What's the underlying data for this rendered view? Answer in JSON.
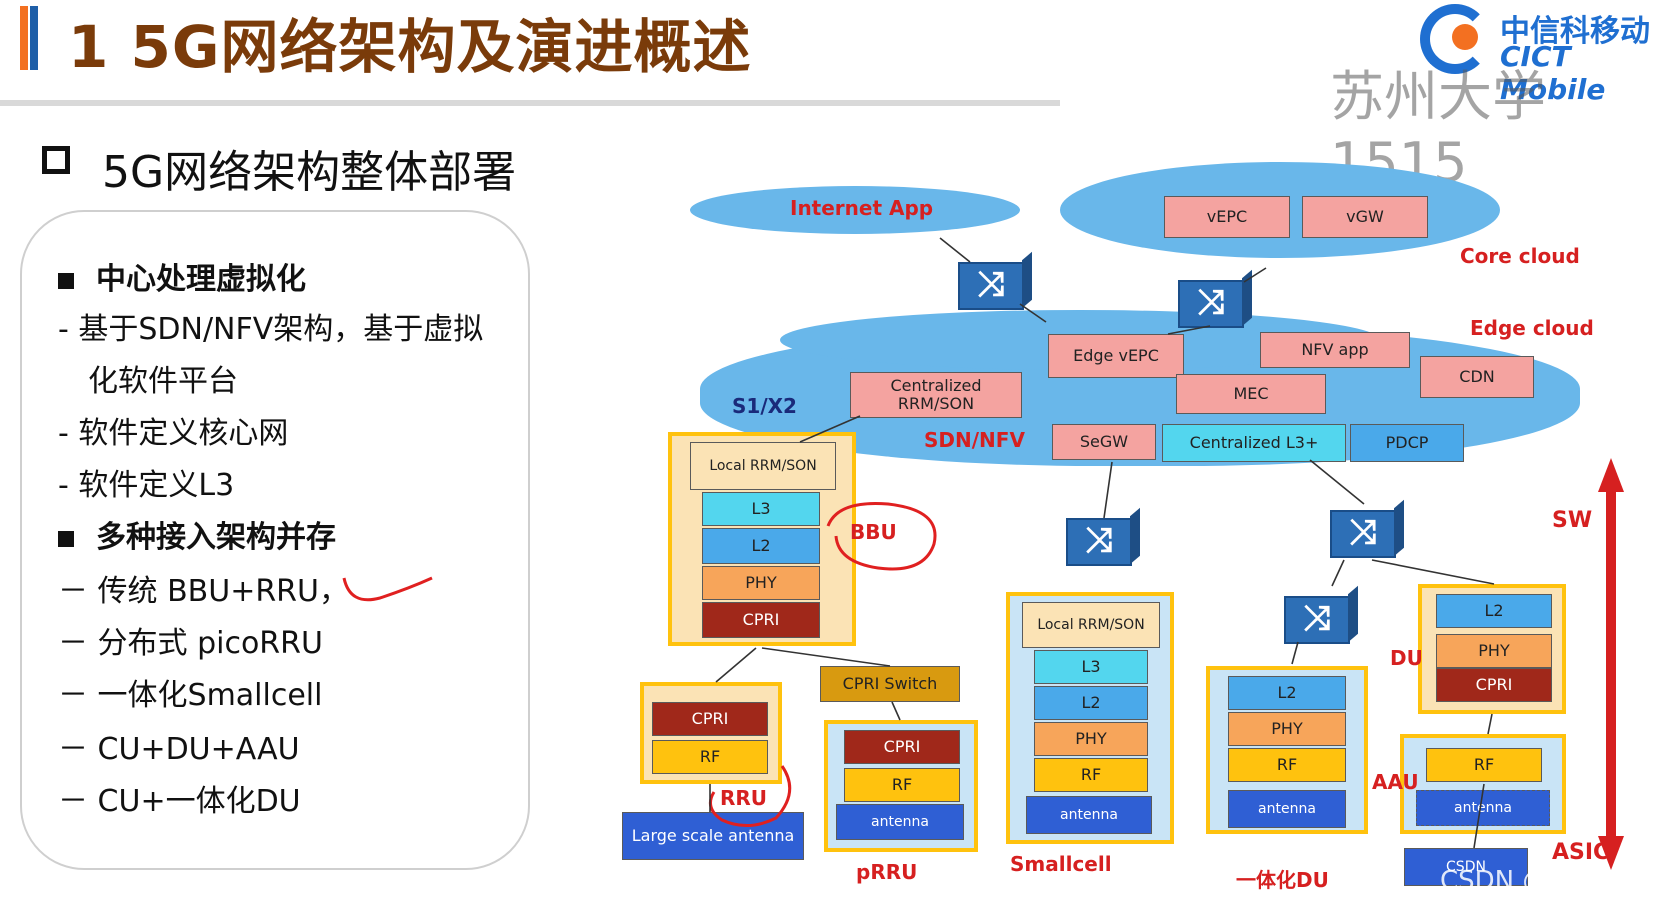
{
  "header": {
    "title": "1 5G网络架构及演进概述",
    "logo_cn": "中信科移动",
    "logo_en": "CICT Mobile",
    "watermark": "苏州大学 1515",
    "section_title": "5G网络架构整体部署"
  },
  "left_panel": {
    "items": [
      {
        "type": "head",
        "text": "中心处理虚拟化"
      },
      {
        "type": "dash",
        "text": "- 基于SDN/NFV架构，基于虚拟"
      },
      {
        "type": "cont",
        "text": "化软件平台"
      },
      {
        "type": "dash",
        "text": "- 软件定义核心网"
      },
      {
        "type": "dash",
        "text": "- 软件定义L3"
      },
      {
        "type": "head",
        "text": "多种接入架构并存"
      },
      {
        "type": "dash",
        "text": "－ 传统 BBU+RRU，"
      },
      {
        "type": "dash",
        "text": "－ 分布式 picoRRU"
      },
      {
        "type": "dash",
        "text": "－ 一体化Smallcell"
      },
      {
        "type": "dash",
        "text": "－ CU+DU+AAU"
      },
      {
        "type": "dash",
        "text": "－ CU+一体化DU"
      }
    ]
  },
  "diagram": {
    "internet_app": "Internet App",
    "core_cloud": "Core cloud",
    "edge_cloud": "Edge cloud",
    "s1x2": "S1/X2",
    "sdn_nfv": "SDN/NFV",
    "core": {
      "vepc": "vEPC",
      "vgw": "vGW"
    },
    "edge": {
      "edge_vepc": "Edge vEPC",
      "nfv_app": "NFV app",
      "cdn": "CDN",
      "mec": "MEC",
      "centralized_rrm": "Centralized RRM/SON",
      "segw": "SeGW",
      "centralized_l3": "Centralized L3+",
      "pdcp": "PDCP"
    },
    "bbu": {
      "local": "Local RRM/SON",
      "l3": "L3",
      "l2": "L2",
      "phy": "PHY",
      "cpri": "CPRI",
      "label": "BBU"
    },
    "rru": {
      "cpri": "CPRI",
      "rf": "RF",
      "label": "RRU",
      "antenna": "Large scale antenna"
    },
    "prru": {
      "switch": "CPRI Switch",
      "cpri": "CPRI",
      "rf": "RF",
      "antenna": "antenna",
      "label": "pRRU"
    },
    "smallcell": {
      "local": "Local RRM/SON",
      "l3": "L3",
      "l2": "L2",
      "phy": "PHY",
      "rf": "RF",
      "antenna": "antenna",
      "label": "Smallcell"
    },
    "integrated_du": {
      "l2": "L2",
      "phy": "PHY",
      "rf": "RF",
      "antenna": "antenna",
      "label": "一体化DU"
    },
    "du": {
      "l2": "L2",
      "phy": "PHY",
      "cpri": "CPRI",
      "label": "DU"
    },
    "aau": {
      "rf": "RF",
      "antenna": "antenna",
      "label": "AAU",
      "bottom": "CSDN"
    },
    "sw": "SW",
    "asic": "ASIC",
    "credit": "CSDN @JiangEZ"
  },
  "colors": {
    "title": "#7a3b0a",
    "accent_orange": "#f37021",
    "accent_blue": "#1f5fa8",
    "red_label": "#d62020",
    "arrow_red": "#d62020"
  }
}
